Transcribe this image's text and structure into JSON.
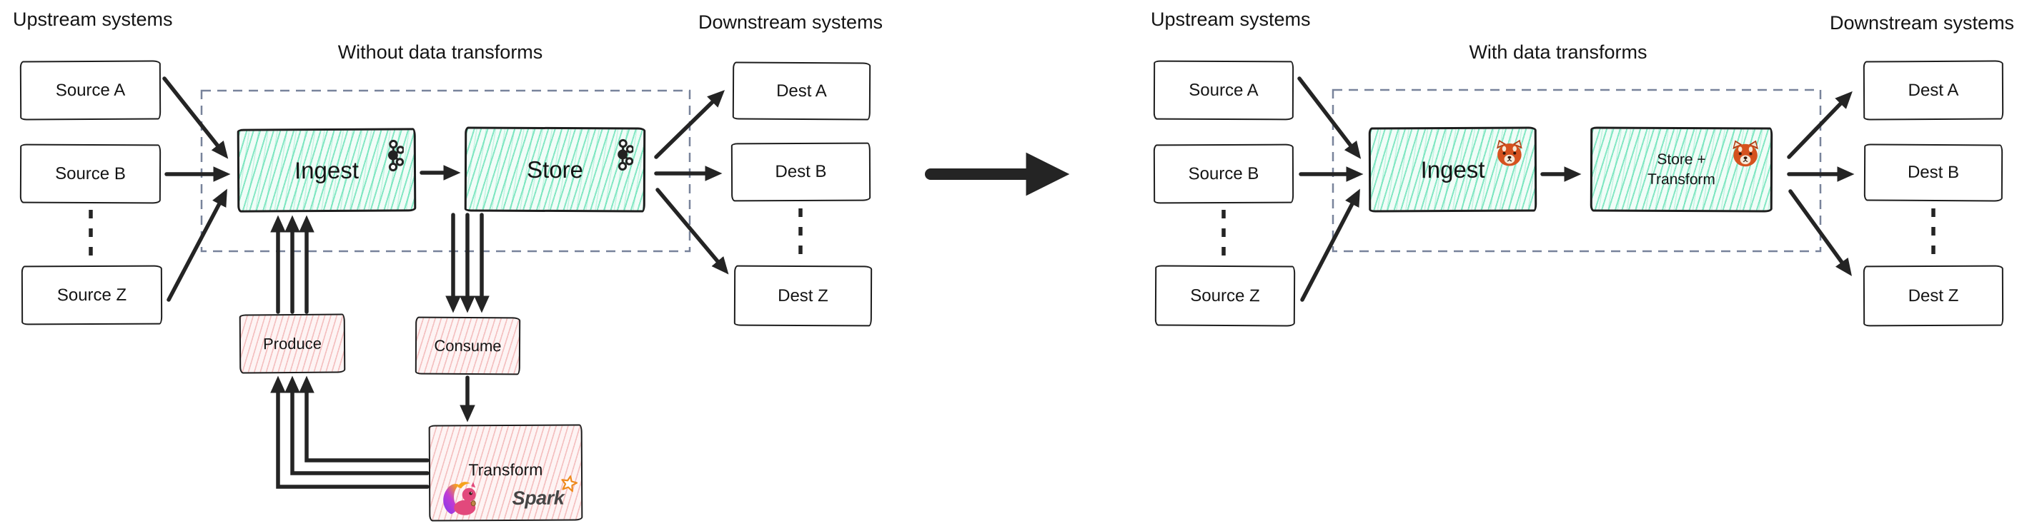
{
  "left_diagram": {
    "upstream_label": "Upstream systems",
    "title": "Without data transforms",
    "downstream_label": "Downstream systems",
    "sources": [
      "Source A",
      "Source B",
      "Source Z"
    ],
    "destinations": [
      "Dest A",
      "Dest B",
      "Dest Z"
    ],
    "ingest_label": "Ingest",
    "store_label": "Store",
    "ingest_icon": "kafka-logo",
    "store_icon": "kafka-logo",
    "produce_label": "Produce",
    "consume_label": "Consume",
    "transform_label": "Transform",
    "transform_icons": [
      "flink-squirrel-logo",
      "spark-logo"
    ],
    "spark_wordmark": "Spark"
  },
  "right_diagram": {
    "upstream_label": "Upstream systems",
    "title": "With data transforms",
    "downstream_label": "Downstream systems",
    "sources": [
      "Source A",
      "Source B",
      "Source Z"
    ],
    "destinations": [
      "Dest A",
      "Dest B",
      "Dest Z"
    ],
    "ingest_label": "Ingest",
    "ingest_icon": "redpanda-logo",
    "store_transform_label_line1": "Store +",
    "store_transform_label_line2": "Transform",
    "store_transform_icon": "redpanda-logo"
  },
  "colors": {
    "box_outline": "#1d1d1d",
    "teal_hatch": "#5fe0b2",
    "pink_hatch": "#eba3a3",
    "dashed_container": "#78839b",
    "arrow": "#242424",
    "spark_orange": "#ee8a1d"
  }
}
